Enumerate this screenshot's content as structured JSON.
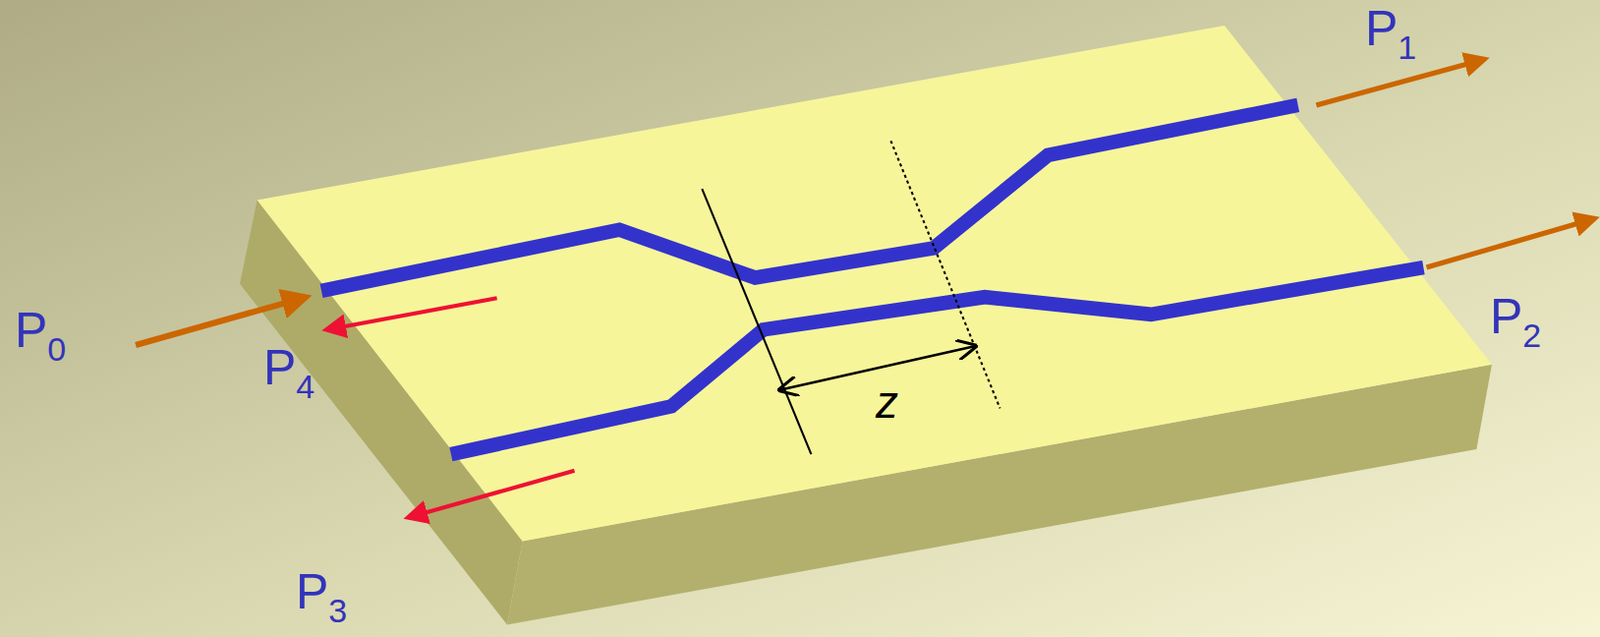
{
  "diagram": {
    "labels": [
      "P1",
      "P0",
      "P4",
      "z",
      "P2",
      "P3"
    ]
  }
}
